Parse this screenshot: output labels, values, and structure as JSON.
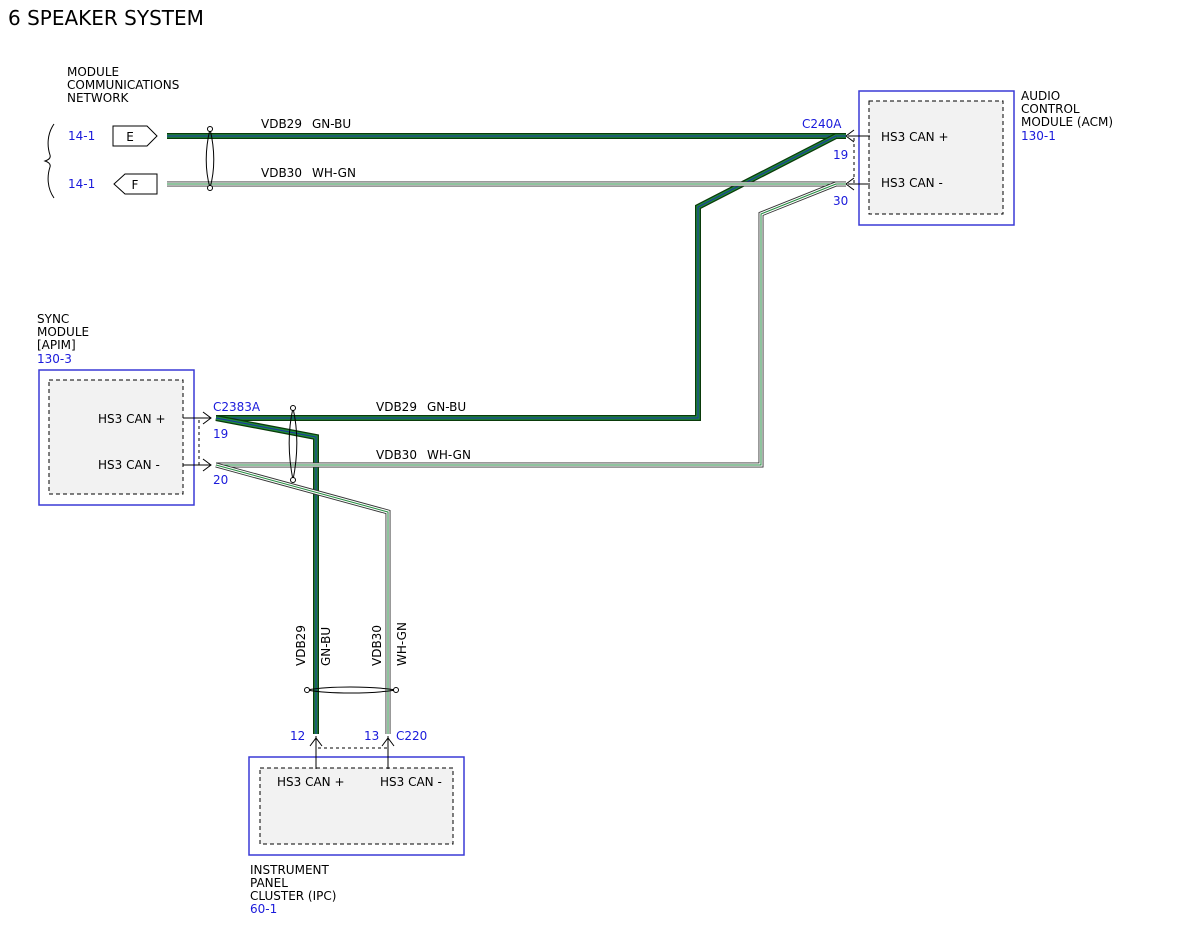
{
  "title": "6 SPEAKER SYSTEM",
  "colors": {
    "wire_dark": "#0a3a0a",
    "wire_green": "#1f8a3c",
    "wire_blue": "#1b2fa8",
    "label_blue": "#1a1adb",
    "module_border": "#3a3ad6"
  },
  "network": {
    "label_lines": [
      "MODULE",
      "COMMUNICATIONS",
      "NETWORK"
    ],
    "connector_e": {
      "ref": "14-1",
      "letter": "E"
    },
    "connector_f": {
      "ref": "14-1",
      "letter": "F"
    }
  },
  "acm": {
    "name_lines": [
      "AUDIO",
      "CONTROL",
      "MODULE (ACM)"
    ],
    "ref": "130-1",
    "connector": "C240A",
    "pin_plus": "19",
    "pin_minus": "30",
    "can_plus": "HS3 CAN +",
    "can_minus": "HS3 CAN -"
  },
  "sync": {
    "name_lines": [
      "SYNC",
      "MODULE",
      "[APIM]"
    ],
    "ref": "130-3",
    "connector": "C2383A",
    "pin_plus": "19",
    "pin_minus": "20",
    "can_plus": "HS3 CAN +",
    "can_minus": "HS3 CAN -"
  },
  "ipc": {
    "name_lines": [
      "INSTRUMENT",
      "PANEL",
      "CLUSTER (IPC)"
    ],
    "ref": "60-1",
    "connector": "C220",
    "pin_plus": "12",
    "pin_minus": "13",
    "can_plus": "HS3 CAN +",
    "can_minus": "HS3 CAN -"
  },
  "wires": {
    "top_plus": {
      "circuit": "VDB29",
      "color": "GN-BU"
    },
    "top_minus": {
      "circuit": "VDB30",
      "color": "WH-GN"
    },
    "mid_plus": {
      "circuit": "VDB29",
      "color": "GN-BU"
    },
    "mid_minus": {
      "circuit": "VDB30",
      "color": "WH-GN"
    },
    "v_plus": {
      "circuit": "VDB29",
      "color": "GN-BU"
    },
    "v_minus": {
      "circuit": "VDB30",
      "color": "WH-GN"
    }
  }
}
